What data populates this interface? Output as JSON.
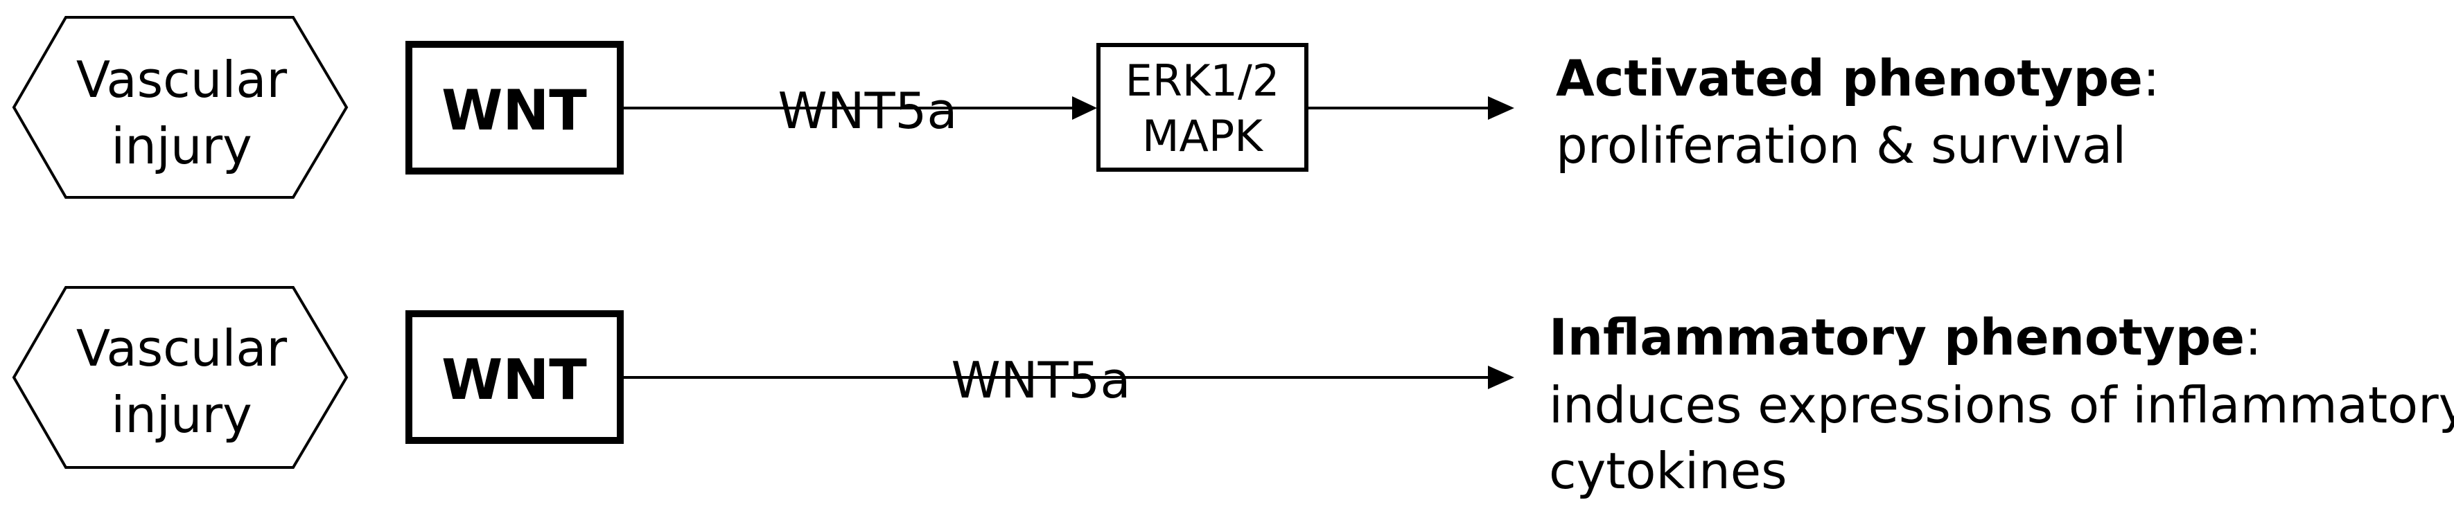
{
  "rows": [
    {
      "hexagon": {
        "line1": "Vascular",
        "line2": "injury"
      },
      "wnt_label": "WNT",
      "edge_label": "WNT5a",
      "intermediate": {
        "line1": "ERK1/2",
        "line2": "MAPK"
      },
      "phenotype": {
        "title": "Activated phenotype",
        "colon": ":",
        "desc_line1": "proliferation & survival",
        "desc_line2": ""
      }
    },
    {
      "hexagon": {
        "line1": "Vascular",
        "line2": "injury"
      },
      "wnt_label": "WNT",
      "edge_label": "WNT5a",
      "phenotype": {
        "title": "Inflammatory phenotype",
        "colon": ":",
        "desc_line1": "induces expressions of inflammatory",
        "desc_line2": "cytokines"
      }
    }
  ],
  "colors": {
    "stroke": "#000000",
    "background": "#ffffff"
  }
}
